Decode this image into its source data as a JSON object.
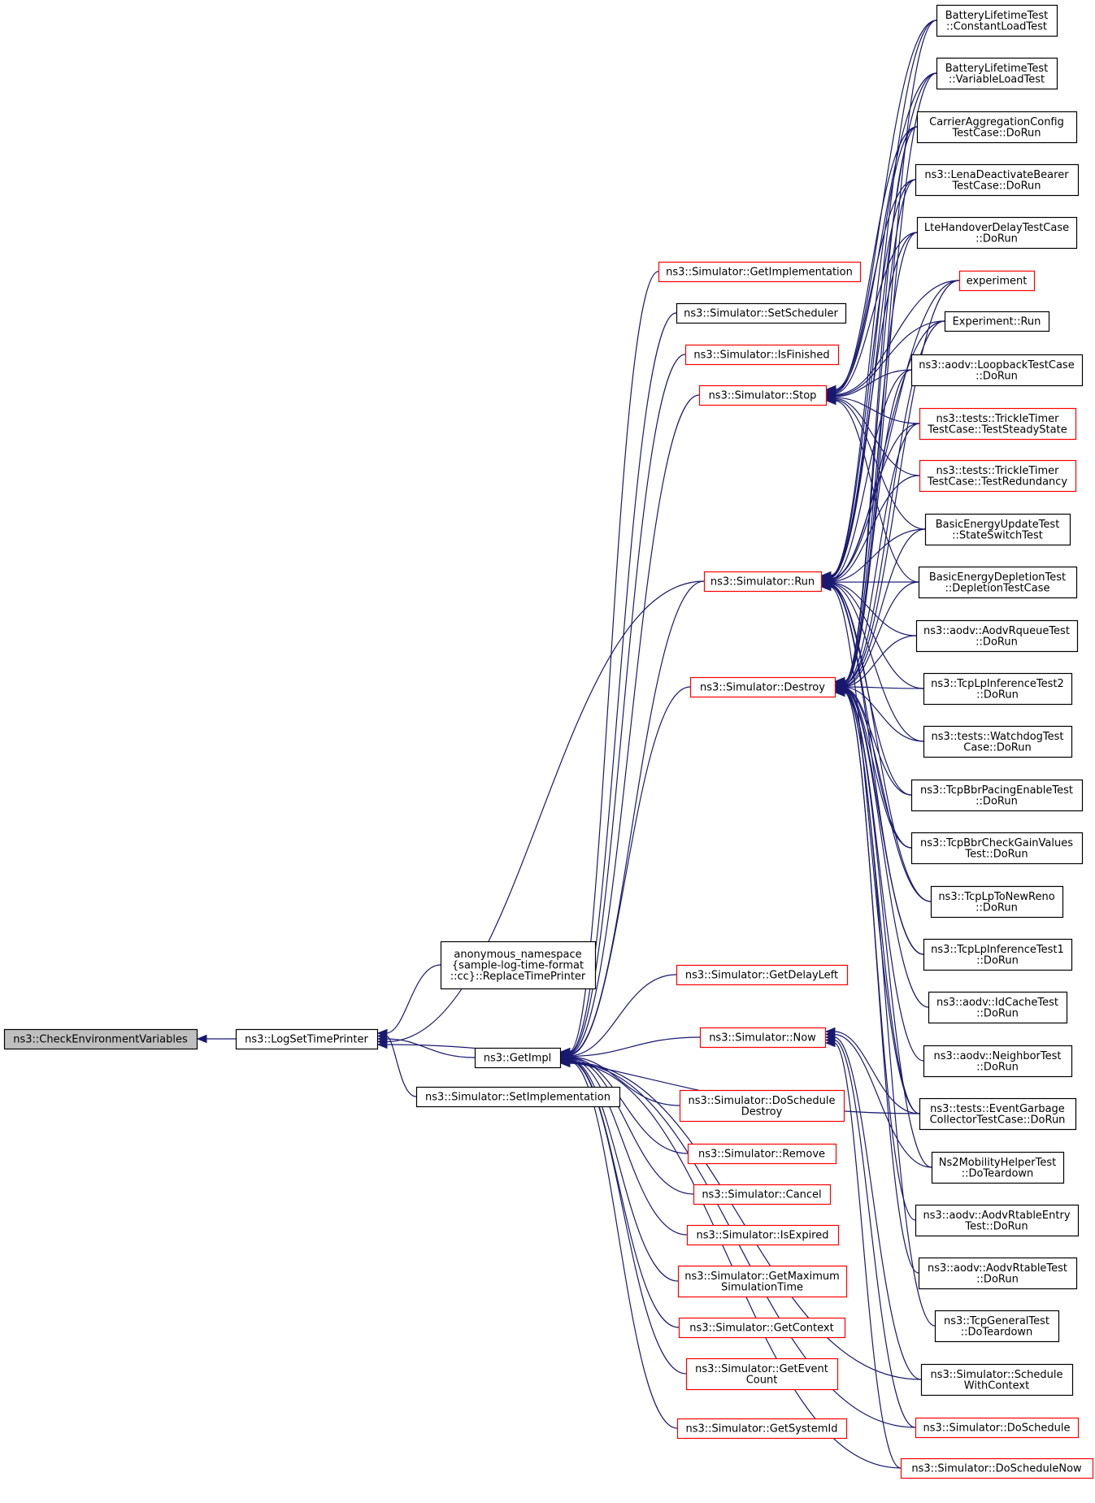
{
  "colors": {
    "edge": "#191970",
    "node_border_default": "#000000",
    "node_border_link": "#ff0000",
    "node_fill": "#ffffff",
    "node_fill_focus": "#bfbfbf"
  },
  "nodes": [
    {
      "id": "check_env",
      "lines": [
        "ns3::CheckEnvironmentVariables"
      ],
      "style": "focus"
    },
    {
      "id": "log_set_time_printer",
      "lines": [
        "ns3::LogSetTimePrinter"
      ],
      "style": "default"
    },
    {
      "id": "replace_time_printer",
      "lines": [
        "anonymous_namespace",
        "{sample-log-time-format",
        "::cc}::ReplaceTimePrinter"
      ],
      "style": "default"
    },
    {
      "id": "set_implementation",
      "lines": [
        "ns3::Simulator::SetImplementation"
      ],
      "style": "default"
    },
    {
      "id": "get_impl",
      "lines": [
        "ns3::GetImpl"
      ],
      "style": "default"
    },
    {
      "id": "get_implementation",
      "lines": [
        "ns3::Simulator::GetImplementation"
      ],
      "style": "link"
    },
    {
      "id": "set_scheduler",
      "lines": [
        "ns3::Simulator::SetScheduler"
      ],
      "style": "default"
    },
    {
      "id": "is_finished",
      "lines": [
        "ns3::Simulator::IsFinished"
      ],
      "style": "link"
    },
    {
      "id": "stop",
      "lines": [
        "ns3::Simulator::Stop"
      ],
      "style": "link"
    },
    {
      "id": "run",
      "lines": [
        "ns3::Simulator::Run"
      ],
      "style": "link"
    },
    {
      "id": "destroy",
      "lines": [
        "ns3::Simulator::Destroy"
      ],
      "style": "link"
    },
    {
      "id": "get_delay_left",
      "lines": [
        "ns3::Simulator::GetDelayLeft"
      ],
      "style": "link"
    },
    {
      "id": "now",
      "lines": [
        "ns3::Simulator::Now"
      ],
      "style": "link"
    },
    {
      "id": "do_schedule_destroy",
      "lines": [
        "ns3::Simulator::DoSchedule",
        "Destroy"
      ],
      "style": "link"
    },
    {
      "id": "remove",
      "lines": [
        "ns3::Simulator::Remove"
      ],
      "style": "link"
    },
    {
      "id": "cancel",
      "lines": [
        "ns3::Simulator::Cancel"
      ],
      "style": "link"
    },
    {
      "id": "is_expired",
      "lines": [
        "ns3::Simulator::IsExpired"
      ],
      "style": "link"
    },
    {
      "id": "get_max_sim_time",
      "lines": [
        "ns3::Simulator::GetMaximum",
        "SimulationTime"
      ],
      "style": "link"
    },
    {
      "id": "get_context",
      "lines": [
        "ns3::Simulator::GetContext"
      ],
      "style": "link"
    },
    {
      "id": "get_event_count",
      "lines": [
        "ns3::Simulator::GetEvent",
        "Count"
      ],
      "style": "link"
    },
    {
      "id": "get_system_id",
      "lines": [
        "ns3::Simulator::GetSystemId"
      ],
      "style": "link"
    },
    {
      "id": "battery_constant",
      "lines": [
        "BatteryLifetimeTest",
        "::ConstantLoadTest"
      ],
      "style": "default"
    },
    {
      "id": "battery_variable",
      "lines": [
        "BatteryLifetimeTest",
        "::VariableLoadTest"
      ],
      "style": "default"
    },
    {
      "id": "carrier_aggregation",
      "lines": [
        "CarrierAggregationConfig",
        "TestCase::DoRun"
      ],
      "style": "default"
    },
    {
      "id": "lena_deactivate",
      "lines": [
        "ns3::LenaDeactivateBearer",
        "TestCase::DoRun"
      ],
      "style": "default"
    },
    {
      "id": "lte_handover",
      "lines": [
        "LteHandoverDelayTestCase",
        "::DoRun"
      ],
      "style": "default"
    },
    {
      "id": "experiment",
      "lines": [
        "experiment"
      ],
      "style": "link"
    },
    {
      "id": "experiment_run",
      "lines": [
        "Experiment::Run"
      ],
      "style": "default"
    },
    {
      "id": "aodv_loopback",
      "lines": [
        "ns3::aodv::LoopbackTestCase",
        "::DoRun"
      ],
      "style": "default"
    },
    {
      "id": "trickle_steady",
      "lines": [
        "ns3::tests::TrickleTimer",
        "TestCase::TestSteadyState"
      ],
      "style": "link"
    },
    {
      "id": "trickle_redundancy",
      "lines": [
        "ns3::tests::TrickleTimer",
        "TestCase::TestRedundancy"
      ],
      "style": "link"
    },
    {
      "id": "basic_energy_update",
      "lines": [
        "BasicEnergyUpdateTest",
        "::StateSwitchTest"
      ],
      "style": "default"
    },
    {
      "id": "basic_energy_depletion",
      "lines": [
        "BasicEnergyDepletionTest",
        "::DepletionTestCase"
      ],
      "style": "default"
    },
    {
      "id": "aodv_rqueue",
      "lines": [
        "ns3::aodv::AodvRqueueTest",
        "::DoRun"
      ],
      "style": "default"
    },
    {
      "id": "tcp_lp_inference2",
      "lines": [
        "ns3::TcpLpInferenceTest2",
        "::DoRun"
      ],
      "style": "default"
    },
    {
      "id": "watchdog",
      "lines": [
        "ns3::tests::WatchdogTest",
        "Case::DoRun"
      ],
      "style": "default"
    },
    {
      "id": "tcp_bbr_pacing",
      "lines": [
        "ns3::TcpBbrPacingEnableTest",
        "::DoRun"
      ],
      "style": "default"
    },
    {
      "id": "tcp_bbr_gain",
      "lines": [
        "ns3::TcpBbrCheckGainValues",
        "Test::DoRun"
      ],
      "style": "default"
    },
    {
      "id": "tcp_lp_newreno",
      "lines": [
        "ns3::TcpLpToNewReno",
        "::DoRun"
      ],
      "style": "default"
    },
    {
      "id": "tcp_lp_inference1",
      "lines": [
        "ns3::TcpLpInferenceTest1",
        "::DoRun"
      ],
      "style": "default"
    },
    {
      "id": "aodv_idcache",
      "lines": [
        "ns3::aodv::IdCacheTest",
        "::DoRun"
      ],
      "style": "default"
    },
    {
      "id": "aodv_neighbor",
      "lines": [
        "ns3::aodv::NeighborTest",
        "::DoRun"
      ],
      "style": "default"
    },
    {
      "id": "event_garbage",
      "lines": [
        "ns3::tests::EventGarbage",
        "CollectorTestCase::DoRun"
      ],
      "style": "default"
    },
    {
      "id": "ns2_mobility",
      "lines": [
        "Ns2MobilityHelperTest",
        "::DoTeardown"
      ],
      "style": "default"
    },
    {
      "id": "aodv_rtable_entry",
      "lines": [
        "ns3::aodv::AodvRtableEntry",
        "Test::DoRun"
      ],
      "style": "default"
    },
    {
      "id": "aodv_rtable",
      "lines": [
        "ns3::aodv::AodvRtableTest",
        "::DoRun"
      ],
      "style": "default"
    },
    {
      "id": "tcp_general",
      "lines": [
        "ns3::TcpGeneralTest",
        "::DoTeardown"
      ],
      "style": "default"
    },
    {
      "id": "schedule_with_context",
      "lines": [
        "ns3::Simulator::Schedule",
        "WithContext"
      ],
      "style": "default"
    },
    {
      "id": "do_schedule",
      "lines": [
        "ns3::Simulator::DoSchedule"
      ],
      "style": "link"
    },
    {
      "id": "do_schedule_now",
      "lines": [
        "ns3::Simulator::DoScheduleNow"
      ],
      "style": "link"
    }
  ],
  "edges": [
    [
      "log_set_time_printer",
      "check_env"
    ],
    [
      "replace_time_printer",
      "log_set_time_printer"
    ],
    [
      "set_implementation",
      "log_set_time_printer"
    ],
    [
      "get_impl",
      "log_set_time_printer"
    ],
    [
      "run",
      "log_set_time_printer"
    ],
    [
      "event_garbage",
      "log_set_time_printer"
    ],
    [
      "get_implementation",
      "get_impl"
    ],
    [
      "set_scheduler",
      "get_impl"
    ],
    [
      "is_finished",
      "get_impl"
    ],
    [
      "stop",
      "get_impl"
    ],
    [
      "run",
      "get_impl"
    ],
    [
      "destroy",
      "get_impl"
    ],
    [
      "get_delay_left",
      "get_impl"
    ],
    [
      "now",
      "get_impl"
    ],
    [
      "do_schedule_destroy",
      "get_impl"
    ],
    [
      "remove",
      "get_impl"
    ],
    [
      "cancel",
      "get_impl"
    ],
    [
      "is_expired",
      "get_impl"
    ],
    [
      "get_max_sim_time",
      "get_impl"
    ],
    [
      "get_context",
      "get_impl"
    ],
    [
      "get_event_count",
      "get_impl"
    ],
    [
      "get_system_id",
      "get_impl"
    ],
    [
      "schedule_with_context",
      "get_impl"
    ],
    [
      "do_schedule",
      "get_impl"
    ],
    [
      "do_schedule_now",
      "get_impl"
    ],
    [
      "battery_constant",
      "stop"
    ],
    [
      "battery_variable",
      "stop"
    ],
    [
      "carrier_aggregation",
      "stop"
    ],
    [
      "lena_deactivate",
      "stop"
    ],
    [
      "lte_handover",
      "stop"
    ],
    [
      "experiment",
      "stop"
    ],
    [
      "experiment_run",
      "stop"
    ],
    [
      "aodv_loopback",
      "stop"
    ],
    [
      "trickle_steady",
      "stop"
    ],
    [
      "trickle_redundancy",
      "stop"
    ],
    [
      "basic_energy_update",
      "stop"
    ],
    [
      "basic_energy_depletion",
      "stop"
    ],
    [
      "battery_constant",
      "run"
    ],
    [
      "battery_variable",
      "run"
    ],
    [
      "carrier_aggregation",
      "run"
    ],
    [
      "lena_deactivate",
      "run"
    ],
    [
      "lte_handover",
      "run"
    ],
    [
      "experiment",
      "run"
    ],
    [
      "experiment_run",
      "run"
    ],
    [
      "aodv_loopback",
      "run"
    ],
    [
      "trickle_steady",
      "run"
    ],
    [
      "trickle_redundancy",
      "run"
    ],
    [
      "basic_energy_update",
      "run"
    ],
    [
      "basic_energy_depletion",
      "run"
    ],
    [
      "aodv_rqueue",
      "run"
    ],
    [
      "tcp_lp_inference2",
      "run"
    ],
    [
      "watchdog",
      "run"
    ],
    [
      "tcp_bbr_pacing",
      "run"
    ],
    [
      "tcp_bbr_gain",
      "run"
    ],
    [
      "tcp_lp_newreno",
      "run"
    ],
    [
      "tcp_lp_inference1",
      "run"
    ],
    [
      "event_garbage",
      "run"
    ],
    [
      "battery_constant",
      "destroy"
    ],
    [
      "battery_variable",
      "destroy"
    ],
    [
      "carrier_aggregation",
      "destroy"
    ],
    [
      "lena_deactivate",
      "destroy"
    ],
    [
      "lte_handover",
      "destroy"
    ],
    [
      "experiment",
      "destroy"
    ],
    [
      "experiment_run",
      "destroy"
    ],
    [
      "aodv_loopback",
      "destroy"
    ],
    [
      "trickle_steady",
      "destroy"
    ],
    [
      "basic_energy_update",
      "destroy"
    ],
    [
      "basic_energy_depletion",
      "destroy"
    ],
    [
      "aodv_rqueue",
      "destroy"
    ],
    [
      "tcp_lp_inference2",
      "destroy"
    ],
    [
      "watchdog",
      "destroy"
    ],
    [
      "tcp_bbr_pacing",
      "destroy"
    ],
    [
      "tcp_bbr_gain",
      "destroy"
    ],
    [
      "tcp_lp_newreno",
      "destroy"
    ],
    [
      "tcp_lp_inference1",
      "destroy"
    ],
    [
      "aodv_idcache",
      "destroy"
    ],
    [
      "aodv_neighbor",
      "destroy"
    ],
    [
      "event_garbage",
      "destroy"
    ],
    [
      "ns2_mobility",
      "destroy"
    ],
    [
      "aodv_rtable_entry",
      "destroy"
    ],
    [
      "aodv_rtable",
      "destroy"
    ],
    [
      "tcp_general",
      "destroy"
    ],
    [
      "event_garbage",
      "now"
    ],
    [
      "ns2_mobility",
      "now"
    ],
    [
      "schedule_with_context",
      "now"
    ],
    [
      "do_schedule",
      "now"
    ],
    [
      "do_schedule_now",
      "now"
    ]
  ]
}
